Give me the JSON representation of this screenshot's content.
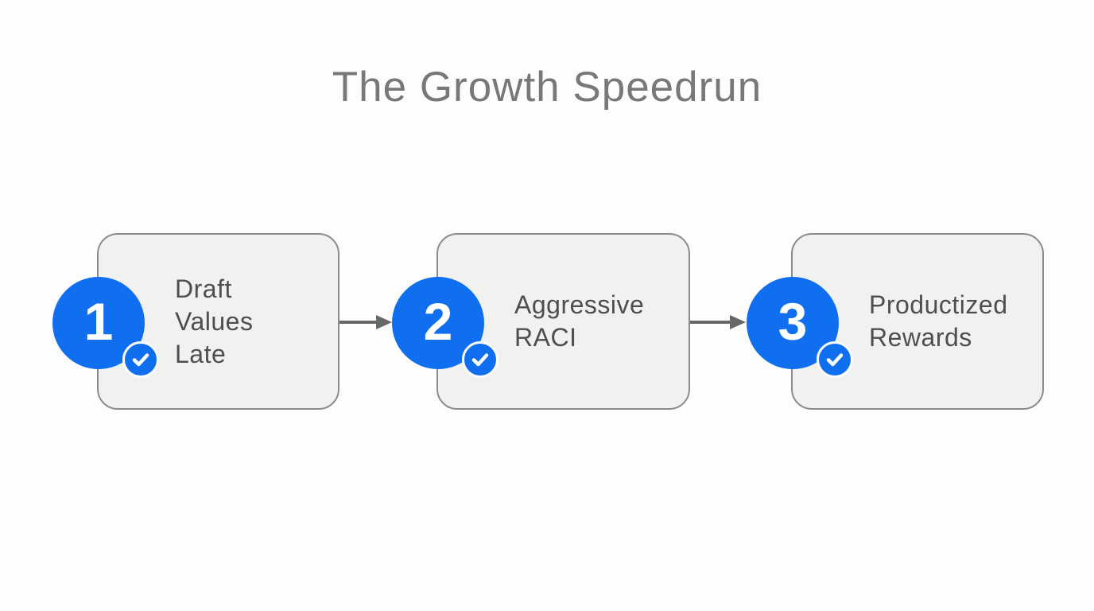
{
  "title": "The Growth Speedrun",
  "colors": {
    "accent_blue": "#106fee",
    "card_fill": "#f1f1ef",
    "card_border": "#8b8b8b",
    "title_text": "#787878",
    "label_text": "#4e4e4e",
    "arrow": "#686868",
    "badge_ring": "#fafcff",
    "number_text": "#ffffff",
    "bg": "#fdfdfd"
  },
  "steps": [
    {
      "number": "1",
      "label": "Draft\nValues\nLate",
      "badge_icon": "checkmark"
    },
    {
      "number": "2",
      "label": "Aggressive\nRACI",
      "badge_icon": "checkmark"
    },
    {
      "number": "3",
      "label": "Productized\nRewards",
      "badge_icon": "checkmark"
    }
  ],
  "connectors": [
    {
      "from": "1",
      "to": "2",
      "icon": "arrow-right"
    },
    {
      "from": "2",
      "to": "3",
      "icon": "arrow-right"
    }
  ]
}
